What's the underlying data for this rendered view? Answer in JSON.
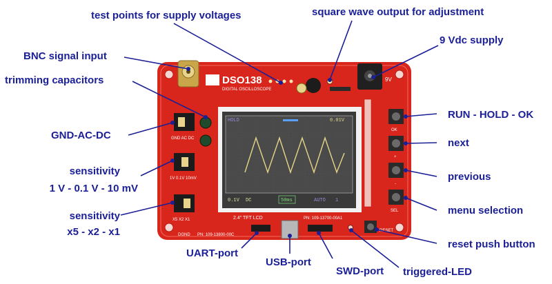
{
  "labels": {
    "test_points": "test points for supply voltages",
    "square_wave": "square wave output for adjustment",
    "supply_9v": "9 Vdc supply",
    "bnc": "BNC signal input",
    "trimming": "trimming capacitors",
    "gnd_ac_dc": "GND-AC-DC",
    "sensitivity_1_title": "sensitivity",
    "sensitivity_1_values": "1 V - 0.1 V - 10 mV",
    "sensitivity_2_title": "sensitivity",
    "sensitivity_2_values": "x5 - x2 - x1",
    "run_hold": "RUN - HOLD - OK",
    "next": "next",
    "previous": "previous",
    "menu": "menu selection",
    "reset": "reset push button",
    "uart": "UART-port",
    "usb": "USB-port",
    "swd": "SWD-port",
    "triggered": "triggered-LED"
  },
  "board": {
    "model": "DSO138",
    "subtitle": "DIGITAL OSCILLOSCOPE",
    "pn_left": "PN: 109-13800-00C",
    "pn_right": "PN: 109-13700-00A1",
    "tft_label": "2.4\" TFT LCD",
    "switch_labels": [
      "GND AC DC",
      "1V 0.1V 10mV",
      "X5 X2 X1"
    ],
    "button_labels": [
      "OK",
      "+",
      "-",
      "SEL"
    ],
    "reset_label": "RESET",
    "dgnd": "DGND"
  },
  "lcd": {
    "status": "HOLD",
    "top_value": "0.01V",
    "volt_div": "0.1V",
    "coupling": "DC",
    "time_div": "50ms",
    "mode": "AUTO",
    "ch": "1"
  },
  "colors": {
    "label": "#1a1f96",
    "board": "#d9261c",
    "wave": "#e6d68a",
    "lcd_bg": "#3a3a3a"
  }
}
